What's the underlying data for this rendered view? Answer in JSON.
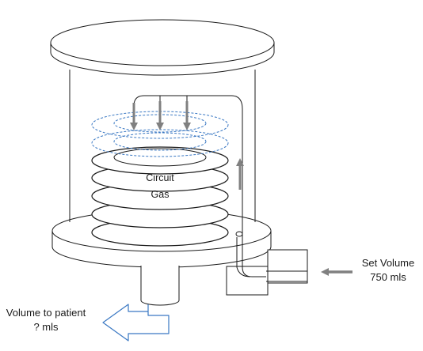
{
  "labels": {
    "circuit": "Circuit",
    "gas": "Gas",
    "set_volume": "Set Volume",
    "set_volume_value": "750 mls",
    "volume_to_patient": "Volume to patient",
    "volume_to_patient_value": "? mls"
  },
  "colors": {
    "outline": "#1a1a1a",
    "flow_arrow": "#808080",
    "dashed_rings": "#3a78c3",
    "patient_arrow": "#3a78c3"
  }
}
